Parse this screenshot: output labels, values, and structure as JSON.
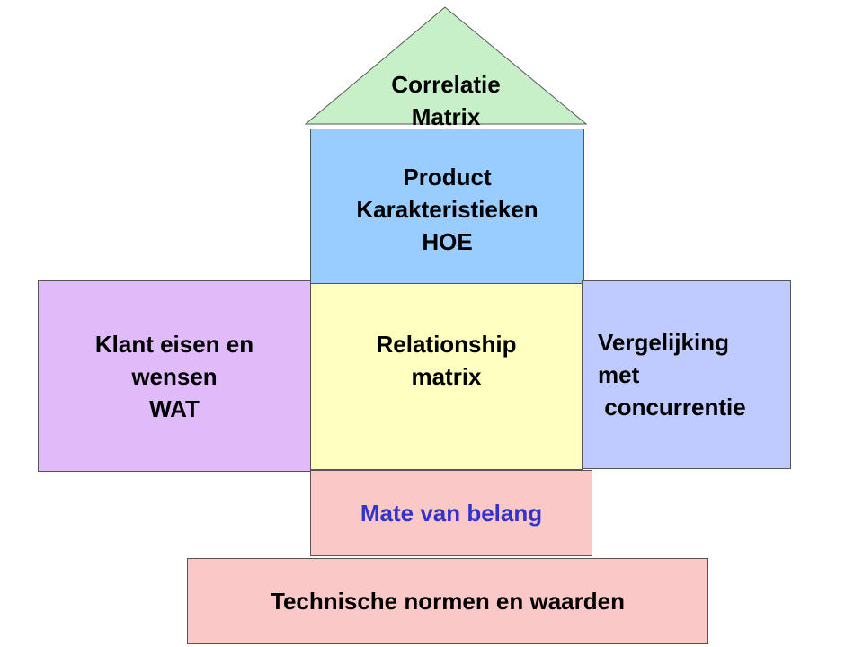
{
  "diagram": {
    "correlation": {
      "lines": [
        "Correlatie",
        "Matrix"
      ],
      "color": "#c8f0c8"
    },
    "characteristics": {
      "lines": [
        "Product",
        "Karakteristieken",
        "HOE"
      ],
      "color": "#99ccff"
    },
    "requirements": {
      "lines": [
        "Klant eisen en",
        "wensen",
        "WAT"
      ],
      "color": "#e0bbfa"
    },
    "relationship": {
      "lines": [
        "Relationship",
        "matrix"
      ],
      "color": "#ffffc0"
    },
    "comparison": {
      "lines": [
        "Vergelijking",
        "met",
        " concurrentie"
      ],
      "color": "#bfcbff"
    },
    "importance": {
      "label": "Mate van belang",
      "color": "#fbc8c8",
      "text_color": "#3333cc"
    },
    "norms": {
      "label": "Technische normen en waarden",
      "color": "#fbc8c8"
    }
  }
}
